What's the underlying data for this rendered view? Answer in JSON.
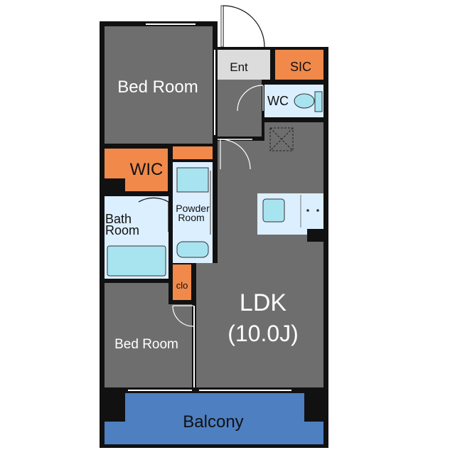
{
  "rooms": {
    "bed_room_1": "Bed Room",
    "entrance": "Ent",
    "sic": "SIC",
    "wc": "WC",
    "wic": "WIC",
    "powder_room_line1": "Powder",
    "powder_room_line2": "Room",
    "bath_room_line1": "Bath",
    "bath_room_line2": "Room",
    "closet": "clo",
    "ldk": "LDK",
    "ldk_size": "(10.0J)",
    "bed_room_2": "Bed Room",
    "balcony": "Balcony"
  },
  "colors": {
    "room_gray": "#6e6e6e",
    "wall_black": "#111111",
    "storage_orange": "#f0894a",
    "wet_blue": "#dcefff",
    "fixture_cyan": "#a8e4f0",
    "balcony_blue": "#4d7fc1",
    "entrance_gray": "#dcdcdc"
  }
}
